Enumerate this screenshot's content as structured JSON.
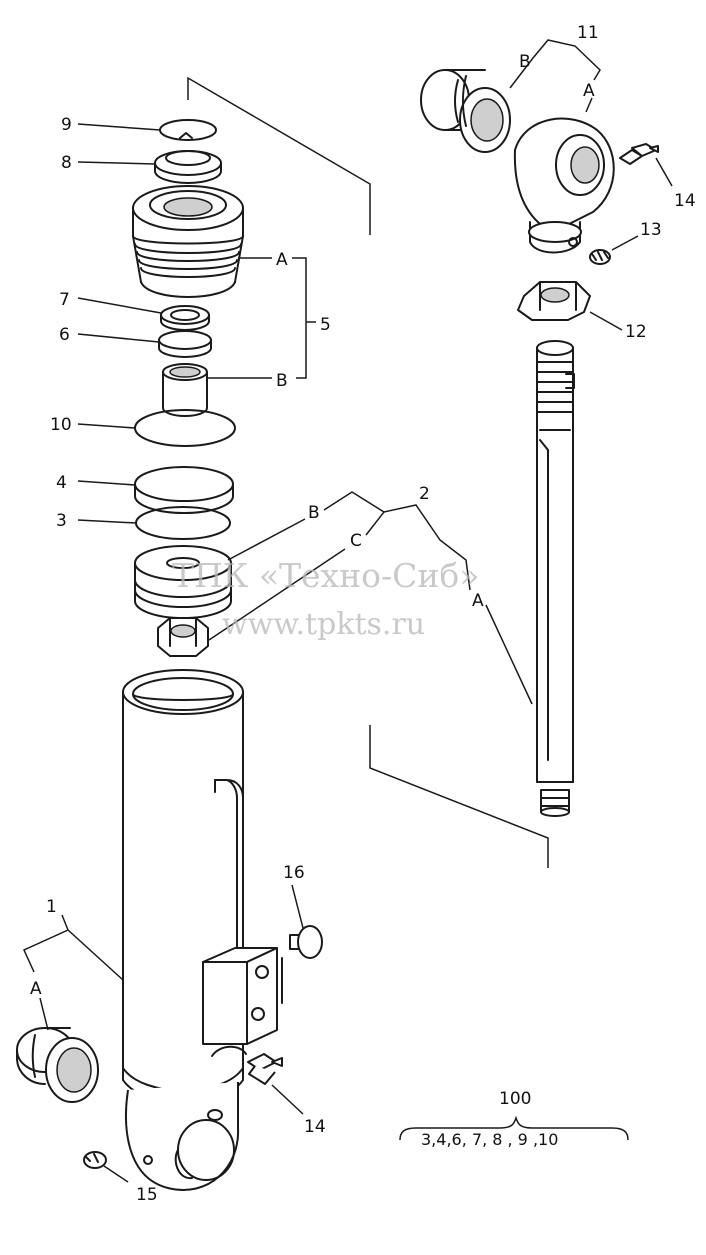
{
  "callouts": {
    "c9": "9",
    "c8": "8",
    "c7": "7",
    "c6": "6",
    "c10": "10",
    "c4": "4",
    "c3": "3",
    "c5": "5",
    "c5a": "A",
    "c5b": "B",
    "c2": "2",
    "c2b": "B",
    "c2c": "C",
    "c2a": "A",
    "c11": "11",
    "c11b": "B",
    "c11a": "A",
    "c14top": "14",
    "c13": "13",
    "c12": "12",
    "c16": "16",
    "c1": "1",
    "c1a": "A",
    "c14bot": "14",
    "c15": "15"
  },
  "kit": {
    "number": "100",
    "parts": "3,4,6, 7, 8 , 9 ,10"
  },
  "watermark": {
    "line1": "ТПК «Техно-Сиб»",
    "line2": "www.tpkts.ru"
  }
}
